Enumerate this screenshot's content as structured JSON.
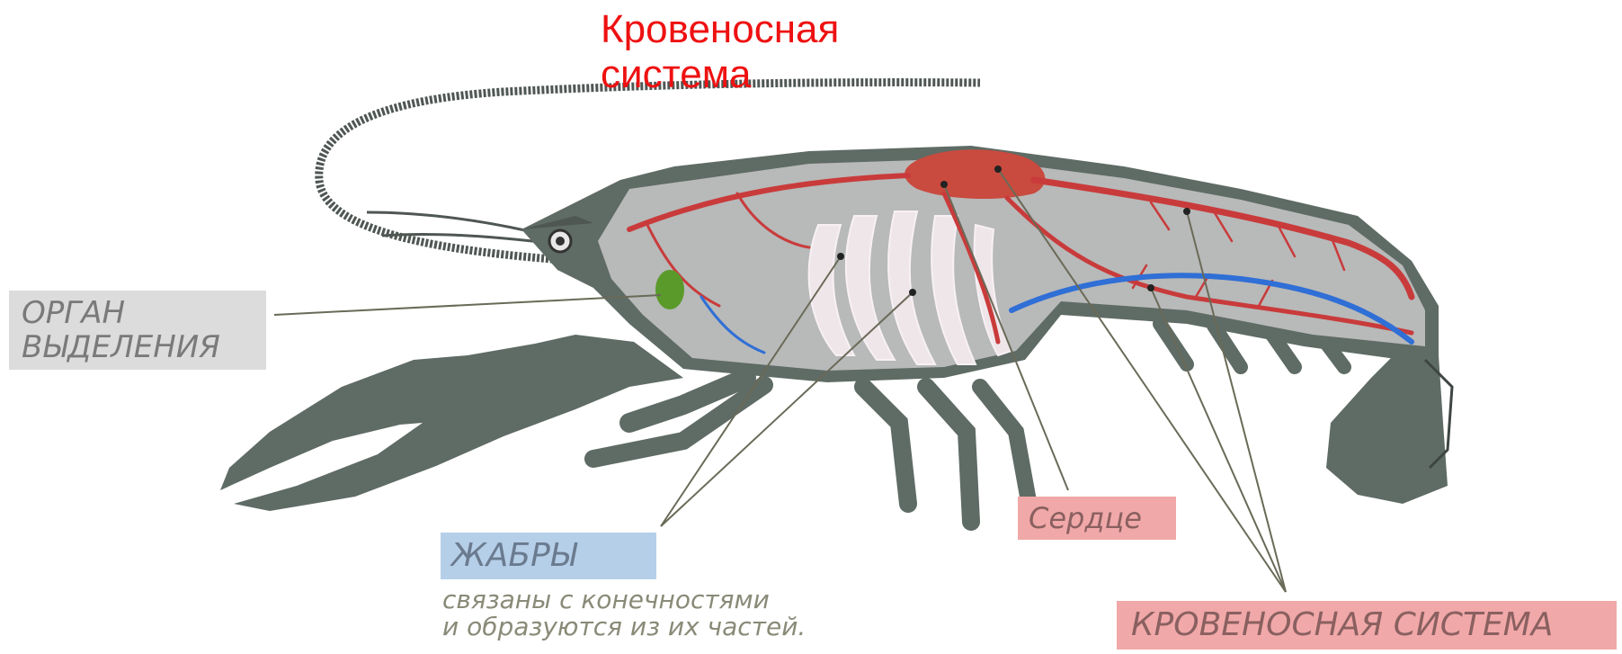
{
  "title": {
    "line1": "Кровеносная",
    "line2": "система"
  },
  "labels": {
    "organ_line1": "ОРГАН",
    "organ_line2": "ВЫДЕЛЕНИЯ",
    "gills": "ЖАБРЫ",
    "gills_desc_line1": "связаны с конечностями",
    "gills_desc_line2": "и образуются из их частей.",
    "heart": "Сердце",
    "blood_system": "КРОВЕНОСНАЯ СИСТЕМА"
  },
  "colors": {
    "title": "#ee1111",
    "body": "#5f6b65",
    "shell_inner": "#b8b9b9",
    "arteries": "#c93b3b",
    "veins": "#2f6fd6",
    "gills": "#efe6ea",
    "organ": "#5a9a2a"
  }
}
